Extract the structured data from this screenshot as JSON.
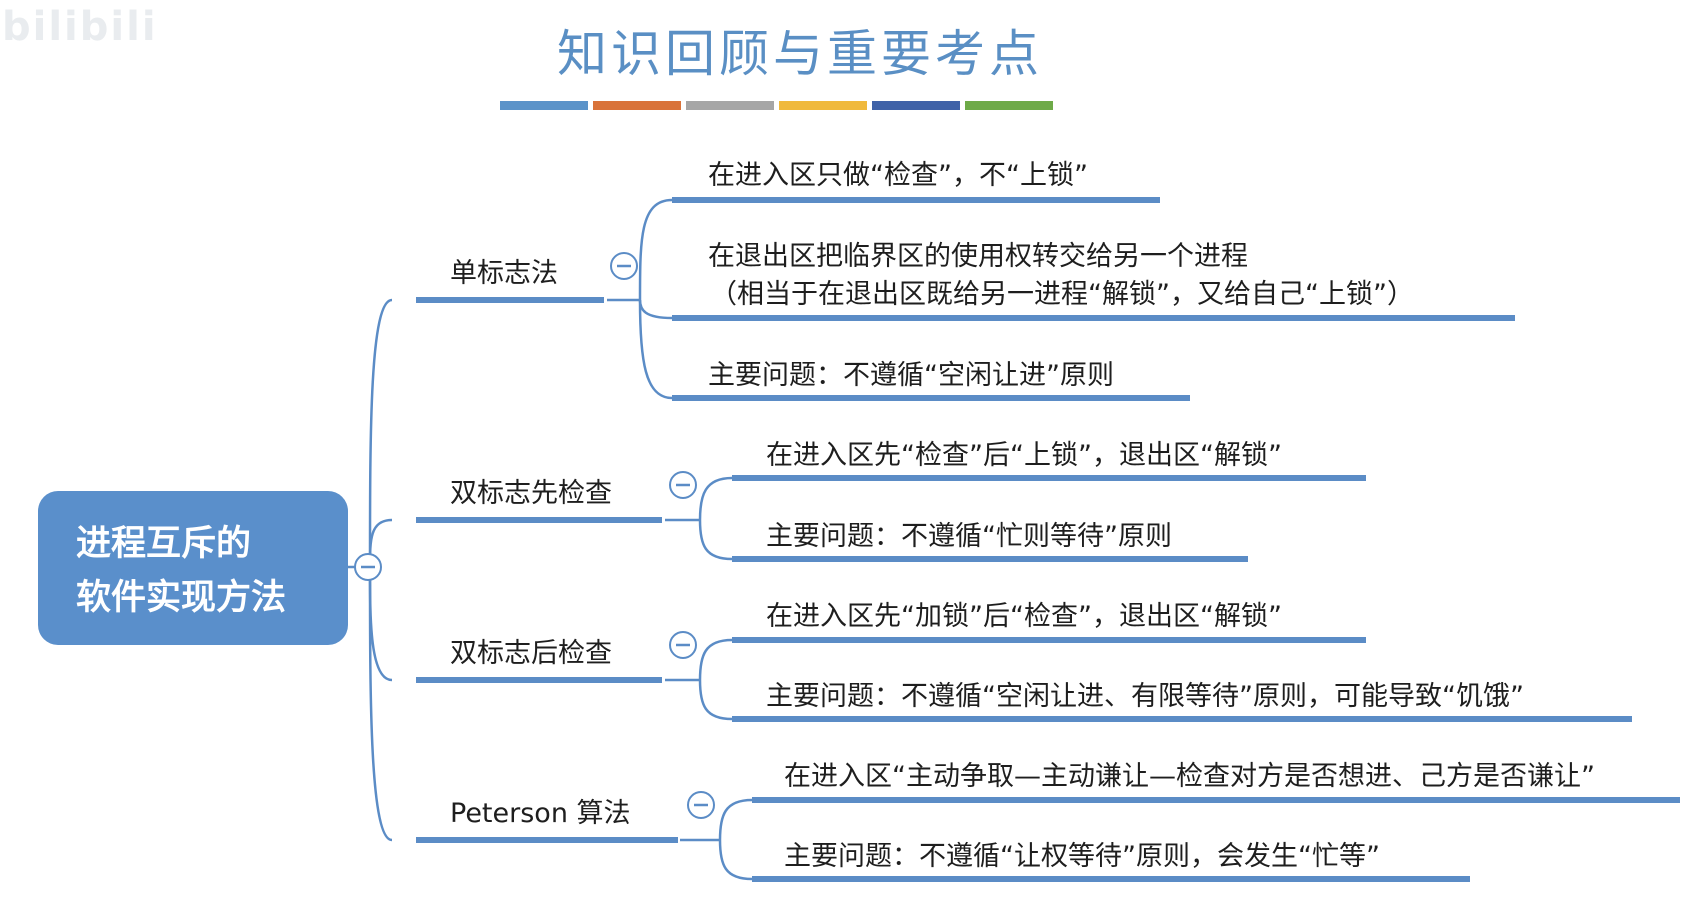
{
  "watermark": "bilibili",
  "title": "知识回顾与重要考点",
  "color_bars": [
    "#5b93c9",
    "#d9733a",
    "#a6a6a6",
    "#f0b93c",
    "#3f62a8",
    "#6eaa48"
  ],
  "root": {
    "line1": "进程互斥的",
    "line2": "软件实现方法"
  },
  "branches": [
    {
      "label": "单标志法",
      "items": [
        "在进入区只做“检查”，不“上锁”",
        "在退出区把临界区的使用权转交给另一个进程",
        "（相当于在退出区既给另一进程“解锁”，又给自己“上锁”）",
        "主要问题：不遵循“空闲让进”原则"
      ]
    },
    {
      "label": "双标志先检查",
      "items": [
        "在进入区先“检查”后“上锁”，退出区“解锁”",
        "主要问题：不遵循“忙则等待”原则"
      ]
    },
    {
      "label": "双标志后检查",
      "items": [
        "在进入区先“加锁”后“检查”，退出区“解锁”",
        "主要问题：不遵循“空闲让进、有限等待”原则，可能导致“饥饿”"
      ]
    },
    {
      "label": "Peterson 算法",
      "items": [
        "在进入区“主动争取—主动谦让—检查对方是否想进、己方是否谦让”",
        "主要问题：不遵循“让权等待”原则，会发生“忙等”"
      ]
    }
  ],
  "colors": {
    "title": "#5a8fc4",
    "root_fill": "#5a8fcb",
    "line": "#5b8cc6"
  },
  "icons": {
    "collapse": "circle-minus-icon"
  }
}
